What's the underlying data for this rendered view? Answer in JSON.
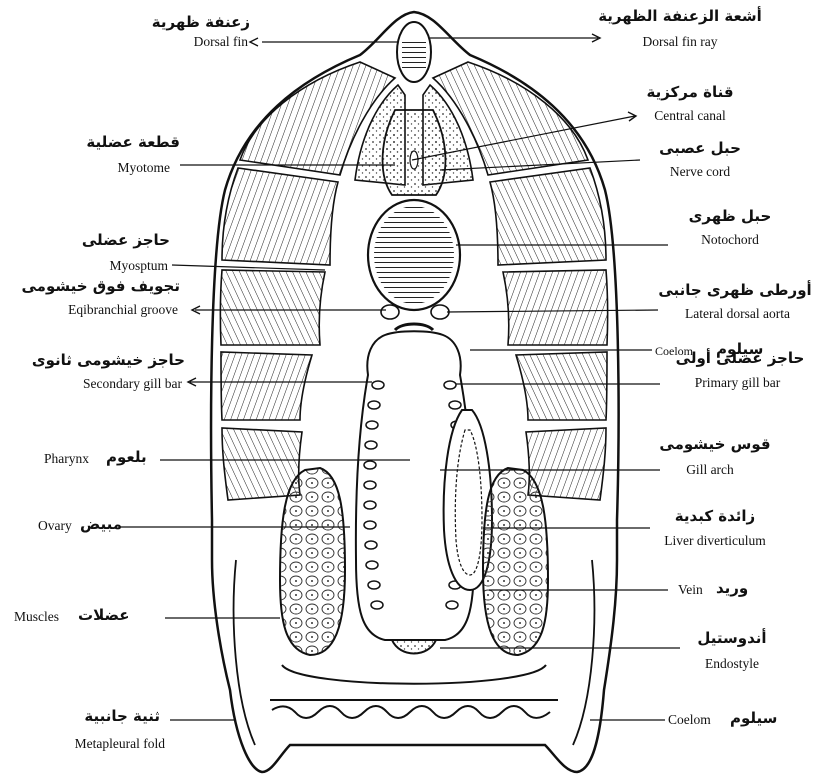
{
  "labels": {
    "dorsal_fin": {
      "ar": "زعنفة ظهرية",
      "en": "Dorsal fin"
    },
    "dorsal_fin_ray": {
      "ar": "أشعة الزعنفة الظهرية",
      "en": "Dorsal fin ray"
    },
    "central_canal": {
      "ar": "قناة مركزية",
      "en": "Central canal"
    },
    "myotome": {
      "ar": "قطعة عضلية",
      "en": "Myotome"
    },
    "nerve_cord": {
      "ar": "حبل عصبى",
      "en": "Nerve cord"
    },
    "notochord": {
      "ar": "حبل ظهرى",
      "en": "Notochord"
    },
    "myosptum": {
      "ar": "حاجز عضلى",
      "en": "Myosptum"
    },
    "eqibranchial_groove": {
      "ar": "تجويف فوق خيشومى",
      "en": "Eqibranchial groove"
    },
    "lateral_dorsal_aorta": {
      "ar": "أورطى ظهرى جانبى",
      "en": "Lateral dorsal aorta"
    },
    "coelom_upper": {
      "ar": "سيلوم",
      "en": "Coelom"
    },
    "secondary_gill_bar": {
      "ar": "حاجز خيشومى ثانوى",
      "en": "Secondary gill bar"
    },
    "primary_gill_bar": {
      "ar": "حاجز عضلى أولى",
      "en": "Primary gill bar"
    },
    "pharynx": {
      "ar": "بلعوم",
      "en": "Pharynx"
    },
    "gill_arch": {
      "ar": "قوس خيشومى",
      "en": "Gill arch"
    },
    "ovary": {
      "ar": "مبيض",
      "en": "Ovary"
    },
    "liver_diverticulum": {
      "ar": "زائدة كبدية",
      "en": "Liver diverticulum"
    },
    "vein": {
      "ar": "وريد",
      "en": "Vein"
    },
    "muscles": {
      "ar": "عضلات",
      "en": "Muscles"
    },
    "endostyle": {
      "ar": "أندوستيل",
      "en": "Endostyle"
    },
    "metapleural_fold": {
      "ar": "ثنية جانبية",
      "en": "Metapleural fold"
    },
    "coelom_lower": {
      "ar": "سيلوم",
      "en": "Coelom"
    }
  }
}
